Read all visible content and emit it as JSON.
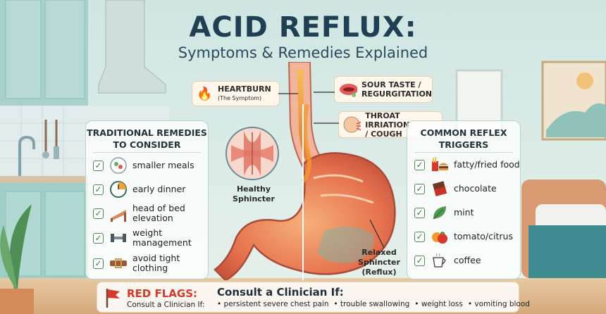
{
  "title": "ACID REFLUX:",
  "subtitle": "Symptoms & Remedies Explained",
  "callouts": {
    "heartburn": {
      "label": "HEARTBURN",
      "sub": "(The Symptom)",
      "icon": "fire-icon"
    },
    "sour_taste": {
      "line1": "SOUR TASTE /",
      "line2": "REGURGITATION",
      "icon": "mouth-icon"
    },
    "throat": {
      "line1": "THROAT IRRIATION",
      "line2": "/ COUGH",
      "icon": "coughing-face-icon"
    }
  },
  "diagram": {
    "healthy_label_1": "Healthy",
    "healthy_label_2": "Sphincter",
    "relaxed_label_1": "Relaxed",
    "relaxed_label_2": "Sphincter",
    "relaxed_label_3": "(Reflux)"
  },
  "remedies": {
    "title_line1": "TRADITIONAL REMEDIES",
    "title_line2": "TO CONSIDER",
    "items": [
      {
        "line1": "smaller meals",
        "line2": "",
        "icon": "plate-icon"
      },
      {
        "line1": "early dinner",
        "line2": "",
        "icon": "clock-icon"
      },
      {
        "line1": "head of bed",
        "line2": "elevation",
        "icon": "bed-icon"
      },
      {
        "line1": "weight",
        "line2": "management",
        "icon": "dumbbell-icon"
      },
      {
        "line1": "avoid tight",
        "line2": "clothing",
        "icon": "belt-icon"
      }
    ]
  },
  "triggers": {
    "title_line1": "COMMON REFLEX",
    "title_line2": "TRIGGERS",
    "items": [
      {
        "label": "fatty/fried food",
        "icon": "fries-burger-icon"
      },
      {
        "label": "chocolate",
        "icon": "chocolate-icon"
      },
      {
        "label": "mint",
        "icon": "mint-leaf-icon"
      },
      {
        "label": "tomato/citrus",
        "icon": "tomato-icon"
      },
      {
        "label": "coffee",
        "icon": "coffee-cup-icon"
      }
    ]
  },
  "red_flags": {
    "heading": "RED FLAGS:",
    "sub": "Consult a Clinician If:",
    "title": "Consult a Clinician If:",
    "items": [
      "persistent severe chest pain",
      "trouble swallowing",
      "weight loss",
      "vomiting blood"
    ],
    "icon": "red-flag-icon"
  },
  "colors": {
    "title": "#1f3f52",
    "accent_red": "#d6382c",
    "check": "#3b7d3f",
    "stomach": "#e9826a",
    "acid": "#f2a23a"
  }
}
